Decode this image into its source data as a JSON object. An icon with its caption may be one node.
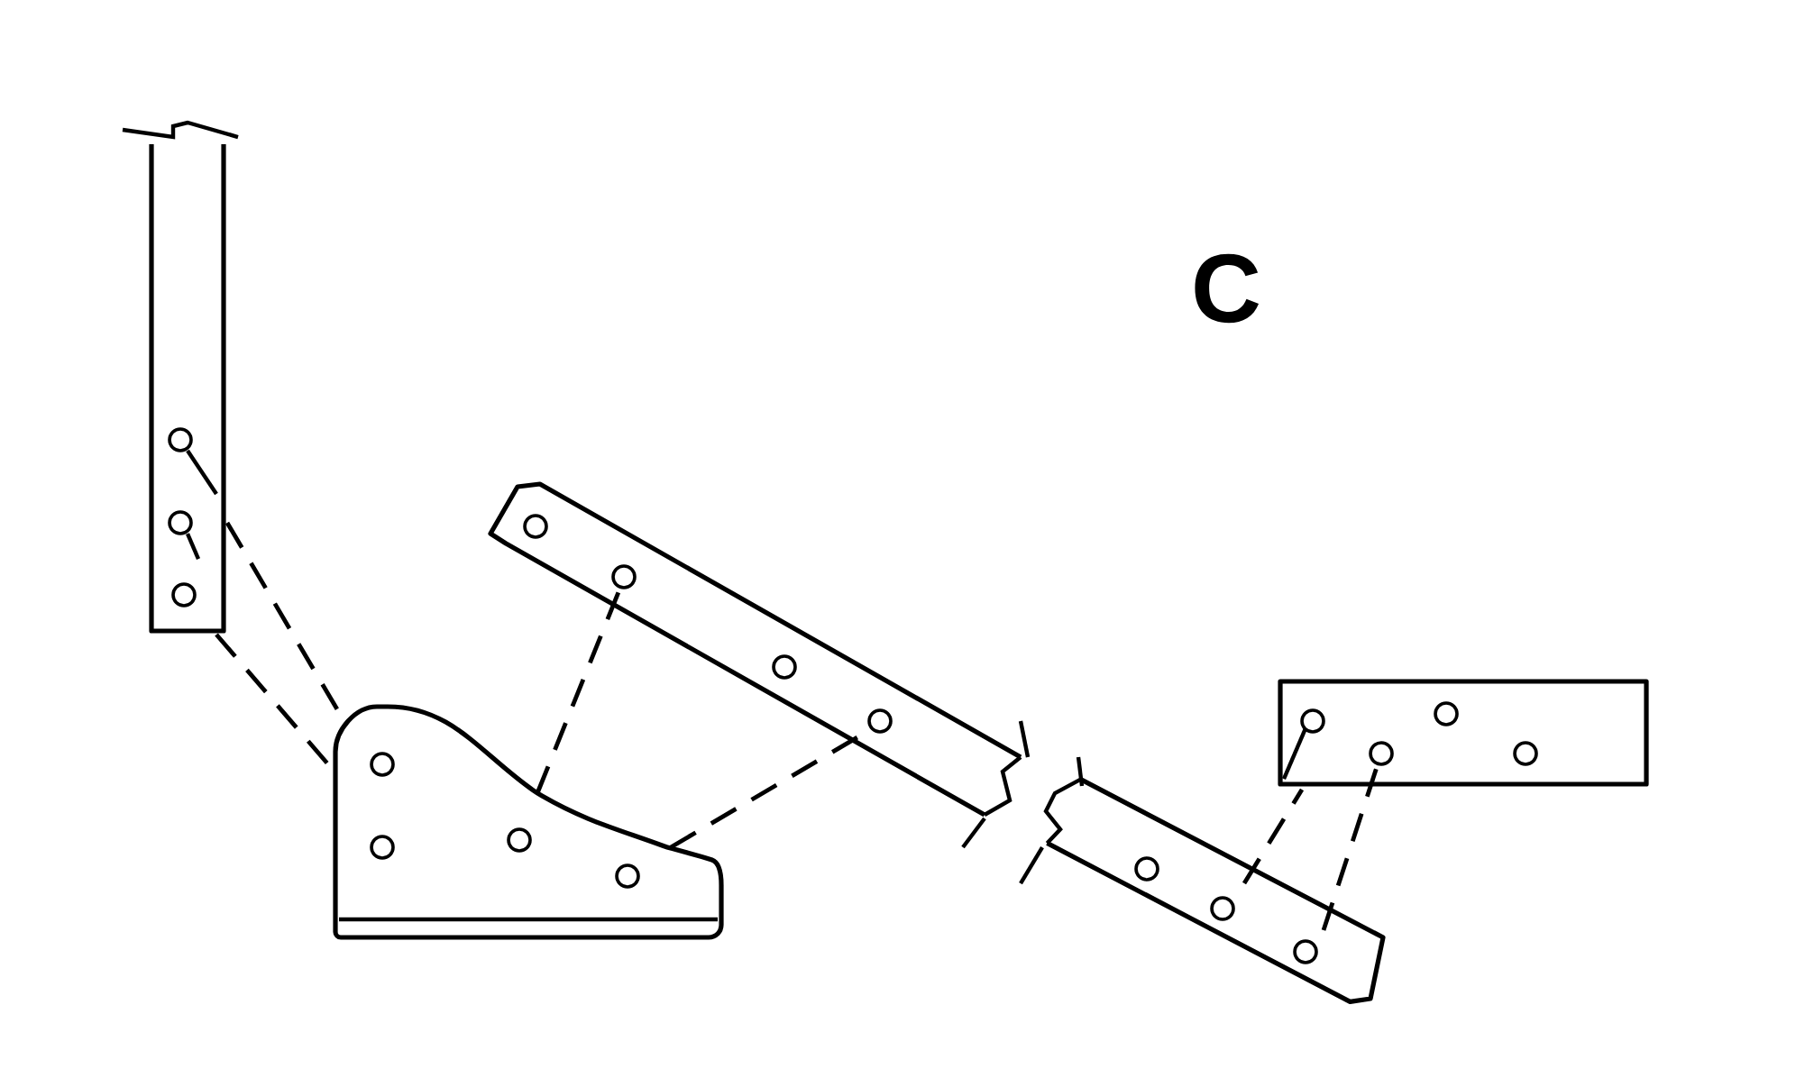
{
  "diagram": {
    "nodes": [
      {
        "text": [],
        "shape": "bar"
      },
      {
        "text": [],
        "shape": "plate"
      },
      {
        "text": [],
        "shape": "bar"
      },
      {
        "text": [],
        "shape": "bar"
      },
      {
        "text": [],
        "shape": "bar"
      }
    ],
    "edges": [
      {
        "from": 0,
        "to": 1,
        "arrow": "none",
        "style": "dashed"
      },
      {
        "from": 0,
        "to": 1,
        "arrow": "none",
        "style": "dashed"
      },
      {
        "from": 1,
        "to": 2,
        "arrow": "none",
        "style": "dashed"
      },
      {
        "from": 1,
        "to": 2,
        "arrow": "none",
        "style": "dashed"
      },
      {
        "from": 3,
        "to": 4,
        "arrow": "none",
        "style": "dashed"
      },
      {
        "from": 3,
        "to": 4,
        "arrow": "none",
        "style": "dashed"
      }
    ],
    "labels": [
      "C"
    ]
  }
}
